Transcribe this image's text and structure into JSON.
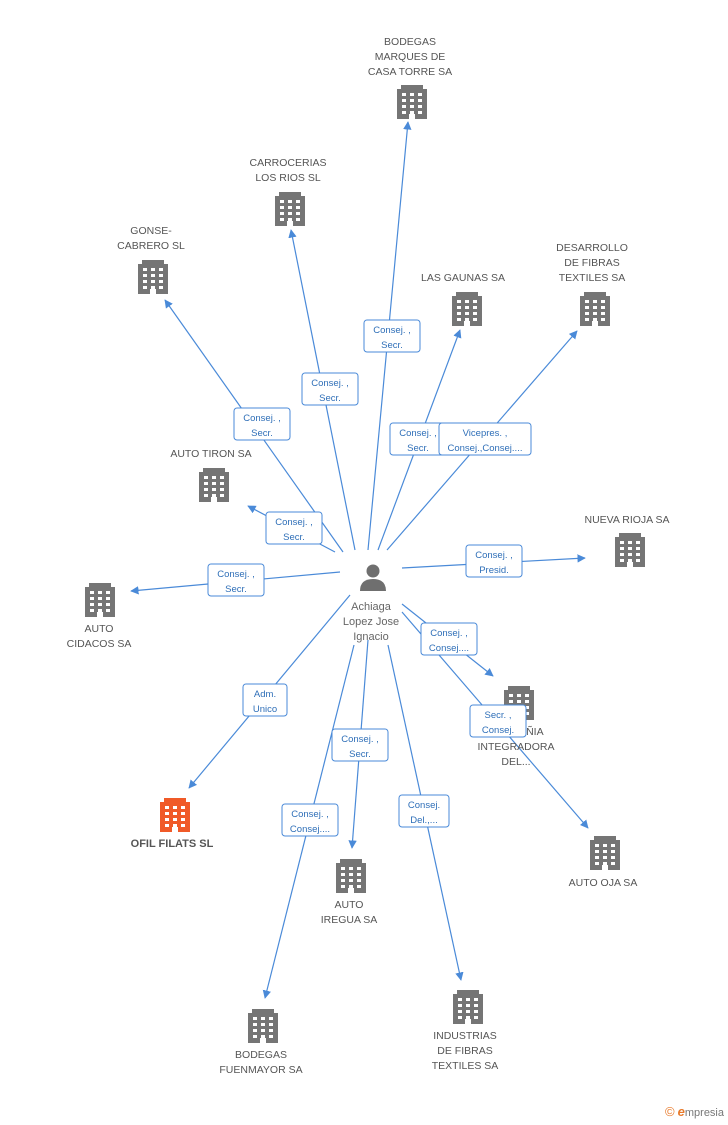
{
  "colors": {
    "edge": "#4a8ad8",
    "building": "#757575",
    "highlight": "#f05a28",
    "person": "#6f6f6f"
  },
  "center": {
    "name_lines": [
      "Achiaga",
      "Lopez Jose",
      "Ignacio"
    ]
  },
  "nodes": [
    {
      "id": "bodegas-marques",
      "lines": [
        "BODEGAS",
        "MARQUES DE",
        "CASA TORRE SA"
      ],
      "edge": [
        "Consej. ,",
        "Secr."
      ]
    },
    {
      "id": "carrocerias",
      "lines": [
        "CARROCERIAS",
        "LOS RIOS SL"
      ],
      "edge": [
        "Consej. ,",
        "Secr."
      ]
    },
    {
      "id": "gonse-cabrero",
      "lines": [
        "GONSE-",
        "CABRERO SL"
      ],
      "edge": [
        "Consej. ,",
        "Secr."
      ]
    },
    {
      "id": "las-gaunas",
      "lines": [
        "LAS GAUNAS SA"
      ],
      "edge": [
        "Consej. ,",
        "Secr."
      ]
    },
    {
      "id": "desarrollo-fibras",
      "lines": [
        "DESARROLLO",
        "DE FIBRAS",
        "TEXTILES SA"
      ],
      "edge": [
        "Vicepres. ,",
        "Consej.,Consej...."
      ]
    },
    {
      "id": "auto-tiron",
      "lines": [
        "AUTO TIRON SA"
      ],
      "edge": [
        "Consej. ,",
        "Secr."
      ]
    },
    {
      "id": "nueva-rioja",
      "lines": [
        "NUEVA RIOJA SA"
      ],
      "edge": [
        "Consej. ,",
        "Presid."
      ]
    },
    {
      "id": "auto-cidacos",
      "lines": [
        "AUTO",
        "CIDACOS SA"
      ],
      "edge": [
        "Consej. ,",
        "Secr."
      ]
    },
    {
      "id": "compania-integradora",
      "lines": [
        "COMPAÑIA",
        "INTEGRADORA",
        "DEL..."
      ],
      "edge": [
        "Consej. ,",
        "Consej...."
      ]
    },
    {
      "id": "auto-oja",
      "lines": [
        "AUTO OJA SA"
      ],
      "edge": [
        "Secr. ,",
        "Consej."
      ]
    },
    {
      "id": "ofil-filats",
      "lines": [
        "OFIL FILATS SL"
      ],
      "edge": [
        "Adm.",
        "Unico"
      ],
      "highlight": true
    },
    {
      "id": "auto-iregua",
      "lines": [
        "AUTO",
        "IREGUA SA"
      ],
      "edge": [
        "Consej. ,",
        "Secr."
      ]
    },
    {
      "id": "bodegas-fuenmayor",
      "lines": [
        "BODEGAS",
        "FUENMAYOR SA"
      ],
      "edge": [
        "Consej. ,",
        "Consej...."
      ]
    },
    {
      "id": "industrias-fibras",
      "lines": [
        "INDUSTRIAS",
        "DE FIBRAS",
        "TEXTILES SA"
      ],
      "edge": [
        "Consej.",
        "Del.,..."
      ]
    }
  ],
  "brand": {
    "symbol": "©",
    "initial": "e",
    "rest": "mpresia"
  }
}
